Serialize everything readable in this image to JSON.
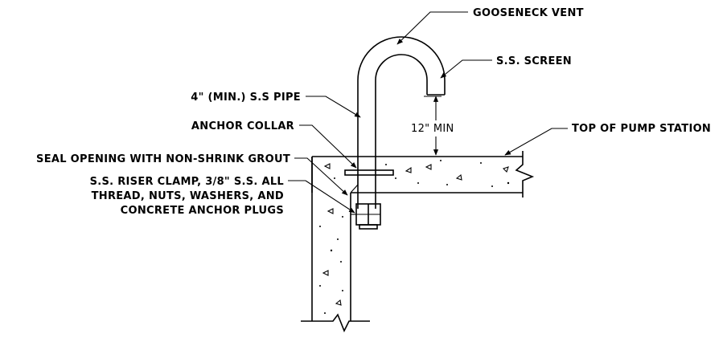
{
  "labels": {
    "gooseneck_vent": "GOOSENECK VENT",
    "ss_screen": "S.S. SCREEN",
    "pipe": "4\" (MIN.) S.S PIPE",
    "anchor_collar": "ANCHOR COLLAR",
    "seal_opening": "SEAL OPENING WITH NON-SHRINK GROUT",
    "riser_clamp_line1": "S.S. RISER CLAMP, 3/8\" S.S. ALL",
    "riser_clamp_line2": "THREAD, NUTS, WASHERS, AND",
    "riser_clamp_line3": "CONCRETE ANCHOR PLUGS",
    "min_clearance": "12\" MIN",
    "top_of_station": "TOP OF PUMP STATION"
  }
}
